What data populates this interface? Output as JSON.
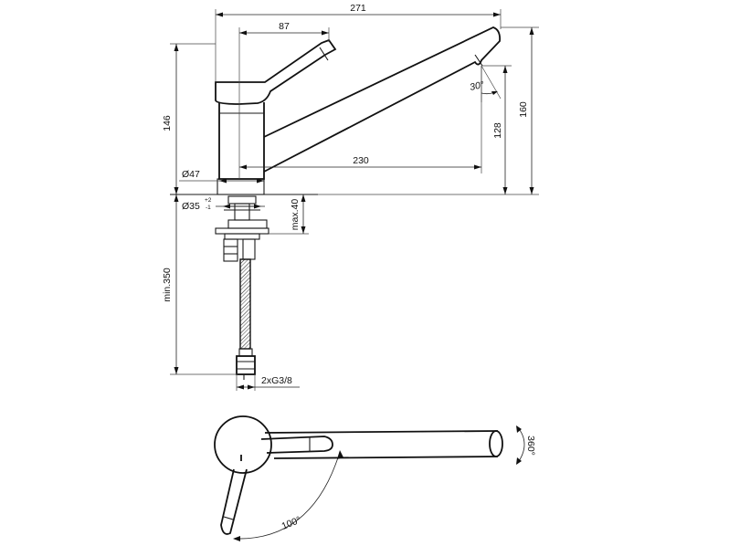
{
  "dimensions": {
    "overall_length": "271",
    "lever_offset": "87",
    "body_height": "146",
    "spout_height": "160",
    "outlet_height": "128",
    "spout_reach": "230",
    "spout_angle": "30°",
    "body_diameter": "Ø47",
    "hole_diameter": "Ø35",
    "hole_tol_upper": "+2",
    "hole_tol_lower": "-1",
    "max_deck": "max.40",
    "min_hose": "min.350",
    "connection": "2xG3/8",
    "swivel": "360°",
    "lever_rotation": "100°"
  }
}
